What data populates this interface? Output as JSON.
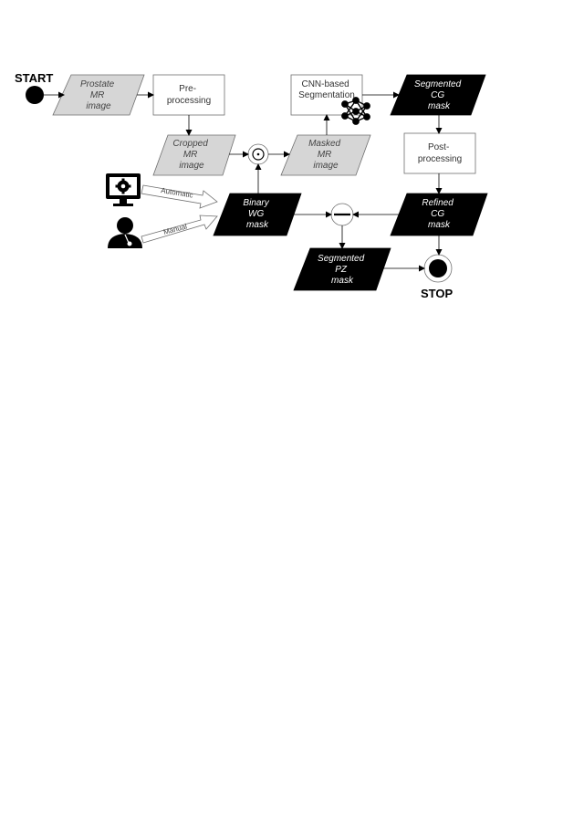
{
  "start_label": "START",
  "stop_label": "STOP",
  "nodes": {
    "prostate_mr": [
      "Prostate",
      "MR",
      "image"
    ],
    "preprocessing": [
      "Pre-",
      "processing"
    ],
    "cropped_mr": [
      "Cropped",
      "MR",
      "image"
    ],
    "masked_mr": [
      "Masked",
      "MR",
      "image"
    ],
    "cnn_seg": [
      "CNN-based",
      "Segmentation"
    ],
    "segmented_cg": [
      "Segmented",
      "CG",
      "mask"
    ],
    "postprocessing": [
      "Post-",
      "processing"
    ],
    "binary_wg": [
      "Binary",
      "WG",
      "mask"
    ],
    "refined_cg": [
      "Refined",
      "CG",
      "mask"
    ],
    "segmented_pz": [
      "Segmented",
      "PZ",
      "mask"
    ]
  },
  "arrows": {
    "automatic": "Automatic",
    "manual": "Manual"
  },
  "icons": {
    "computer": "computer-gear-icon",
    "doctor": "doctor-icon",
    "network": "neural-network-icon",
    "multiply": "elementwise-product-icon",
    "subtract": "subtraction-icon"
  },
  "colors": {
    "gray_fill": "#d6d6d6",
    "black_fill": "#000000",
    "stroke": "#6f6f6f"
  }
}
